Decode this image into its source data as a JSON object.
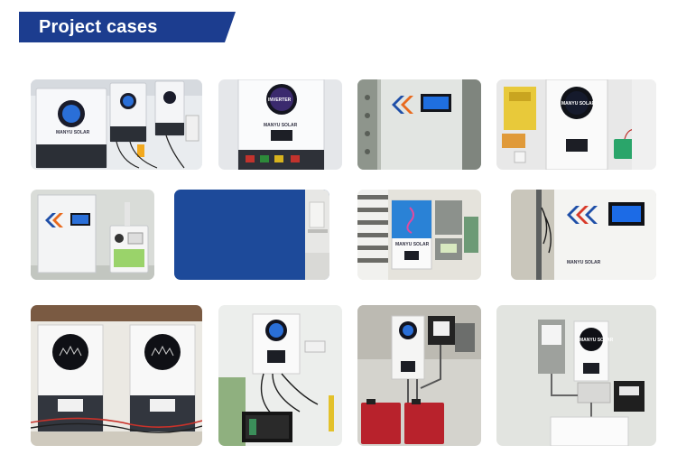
{
  "header": {
    "title": "Project cases",
    "background_color": "#1c3d8f"
  },
  "cases": [
    {
      "scene": "wall-mounted-inverters-row",
      "brand_text": "MANYU SOLAR"
    },
    {
      "scene": "inverter-front-closeup",
      "screen_text": "INVERTER",
      "brand_text": "MANYU SOLAR"
    },
    {
      "scene": "chevron-inverter-closeup"
    },
    {
      "scene": "inverter-with-yellow-breaker-box",
      "brand_text": "MANYU SOLAR"
    },
    {
      "scene": "chevron-inverter-with-meter-box"
    },
    {
      "scene": "blue-placeholder-panel"
    },
    {
      "scene": "blue-inverter-with-grey-boxes",
      "brand_text": "MANYU SOLAR"
    },
    {
      "scene": "chevron-inverter-lit-display",
      "brand_text": "MANYU SOLAR"
    },
    {
      "scene": "two-inverters-on-white-wall"
    },
    {
      "scene": "inverter-with-battery-cables"
    },
    {
      "scene": "inverter-with-red-batteries"
    },
    {
      "scene": "inverter-with-switch-boxes",
      "brand_text": "MANYU SOLAR"
    }
  ]
}
